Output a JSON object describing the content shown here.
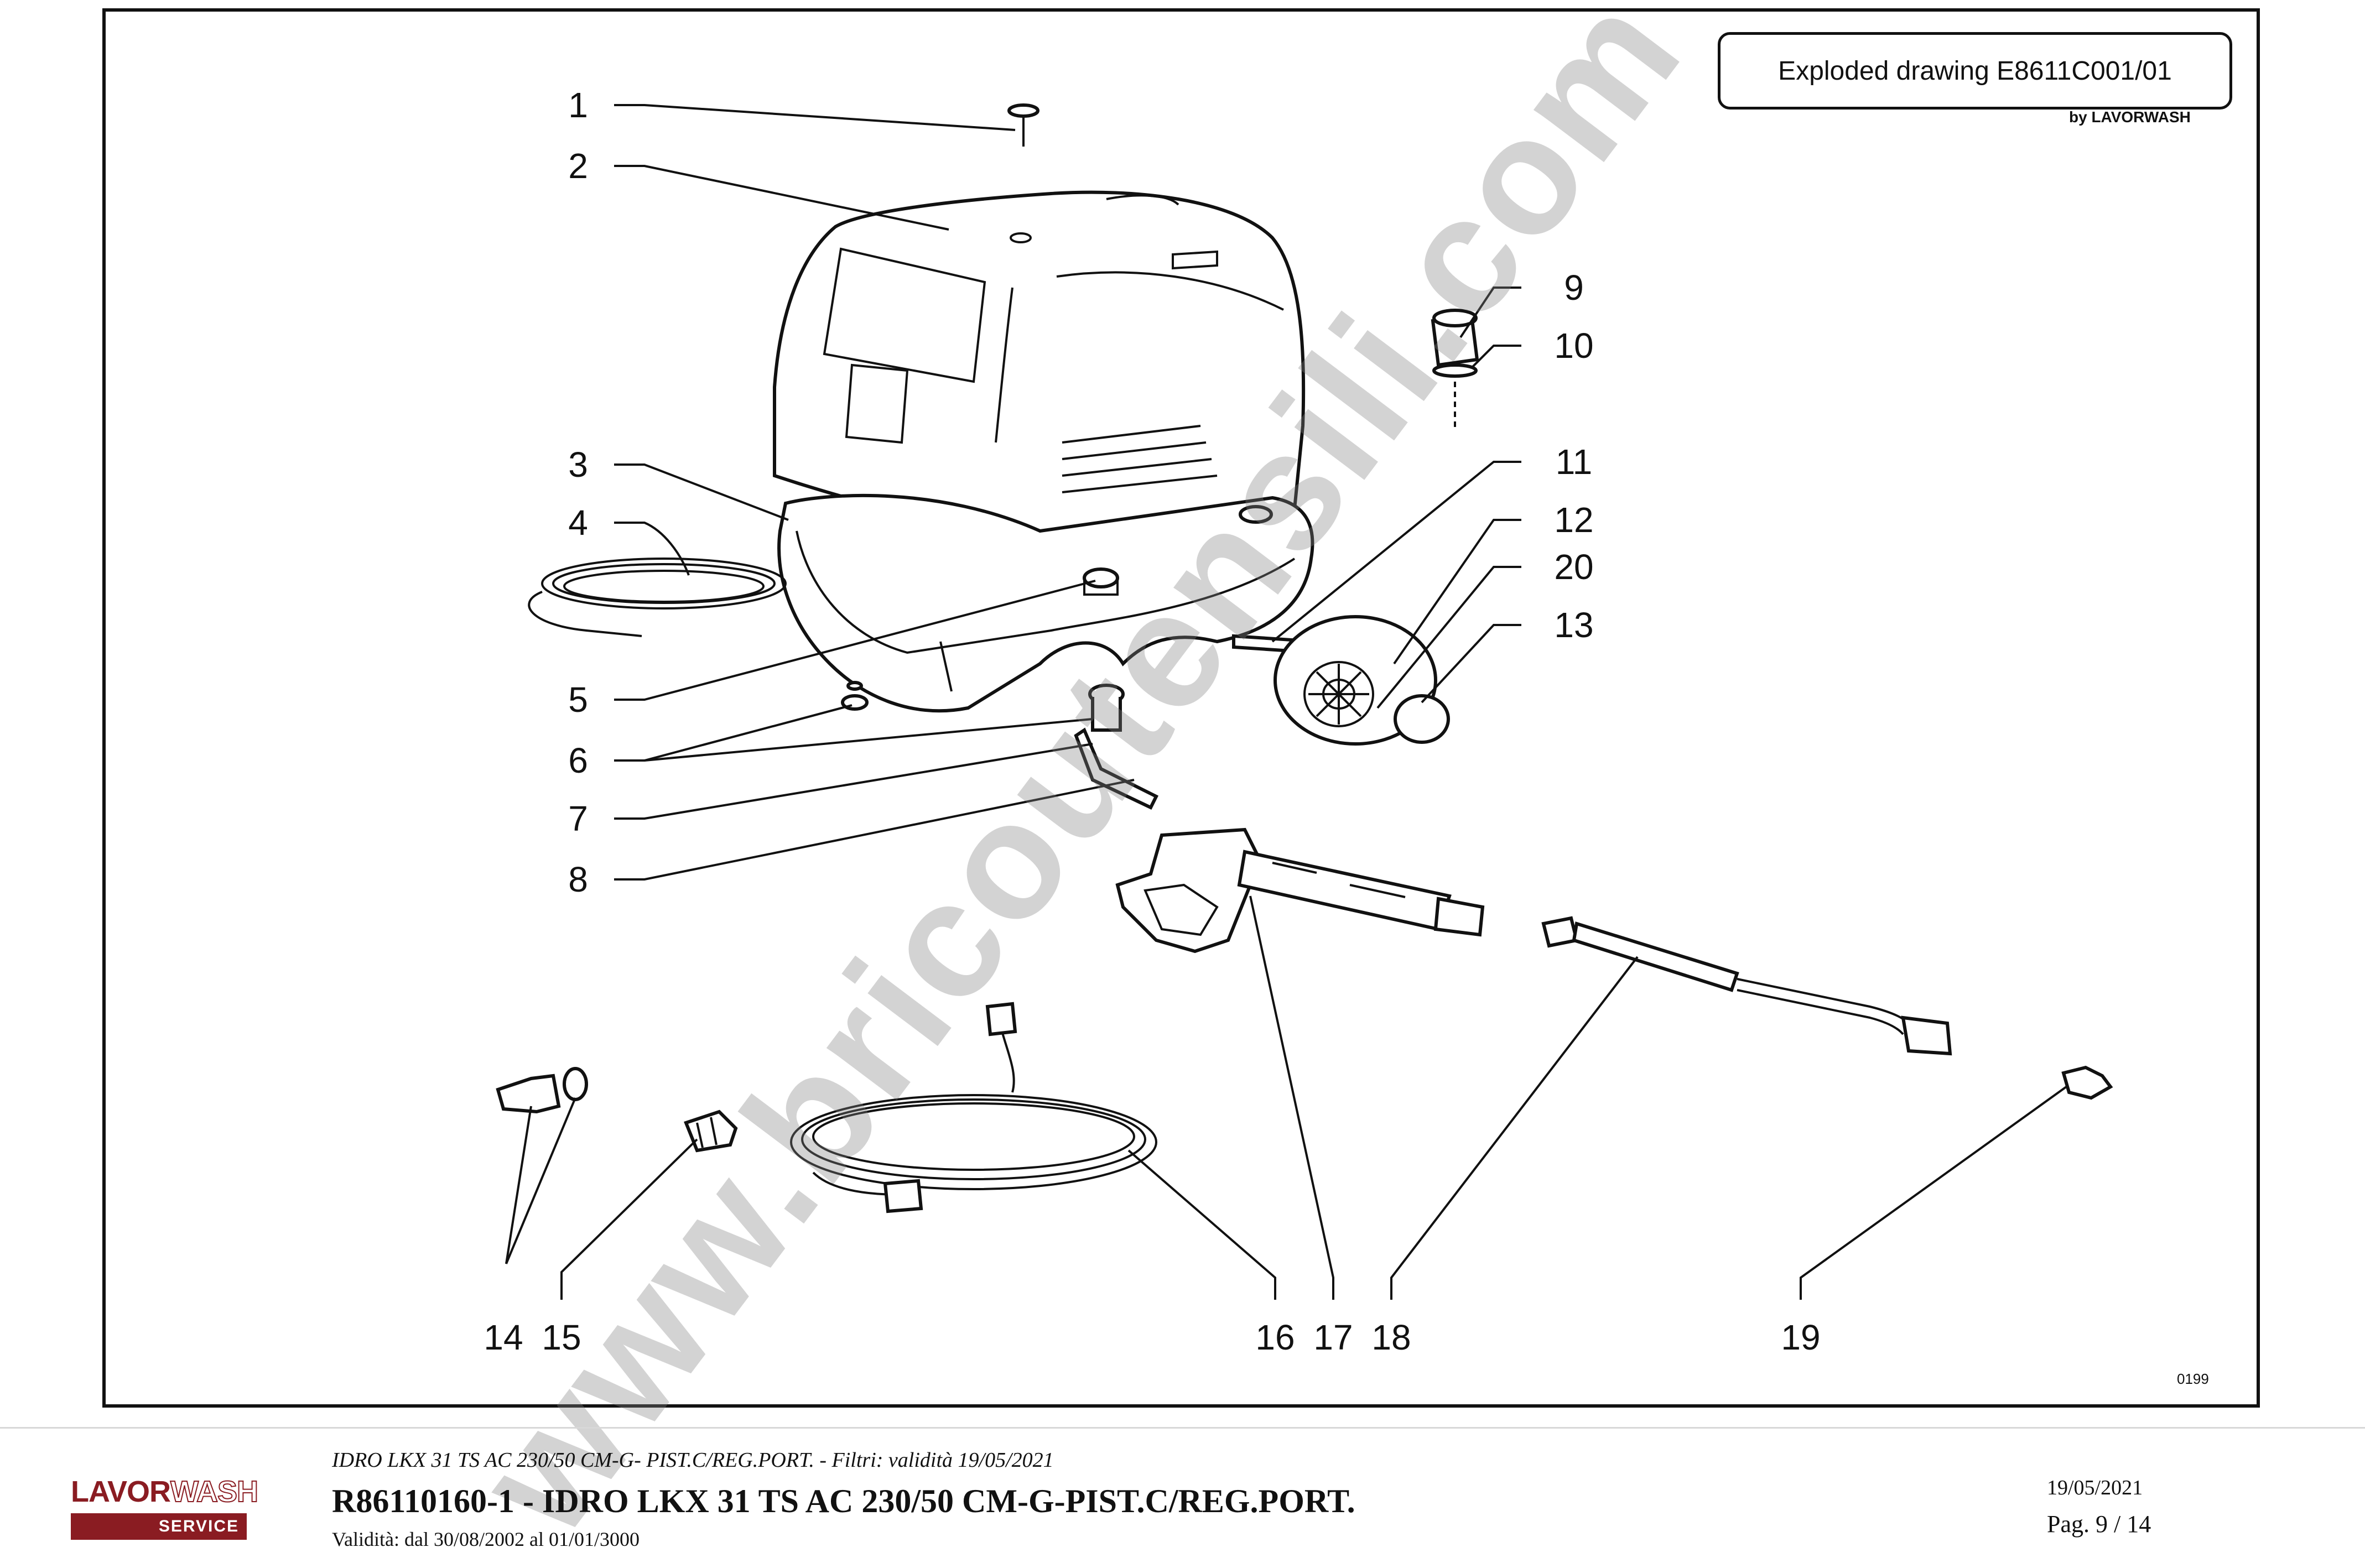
{
  "drawing": {
    "title": "Exploded drawing E8611C001/01",
    "by": "by LAVORWASH",
    "code": "0199",
    "watermark": "www.bricoutensili.com",
    "callouts": [
      "1",
      "2",
      "3",
      "4",
      "5",
      "6",
      "7",
      "8",
      "9",
      "10",
      "11",
      "12",
      "20",
      "13",
      "14",
      "15",
      "16",
      "17",
      "18",
      "19"
    ]
  },
  "footer": {
    "logo_word_a": "LAVOR",
    "logo_word_b": "WASH",
    "logo_bar": "SERVICE",
    "subtitle": "IDRO LKX 31 TS AC 230/50 CM-G- PIST.C/REG.PORT. - Filtri: validità 19/05/2021",
    "title": "R86110160-1 - IDRO LKX 31 TS AC 230/50 CM-G-PIST.C/REG.PORT.",
    "validity": "Validità: dal 30/08/2002 al 01/01/3000",
    "date": "19/05/2021",
    "page": "Pag. 9 / 14"
  }
}
